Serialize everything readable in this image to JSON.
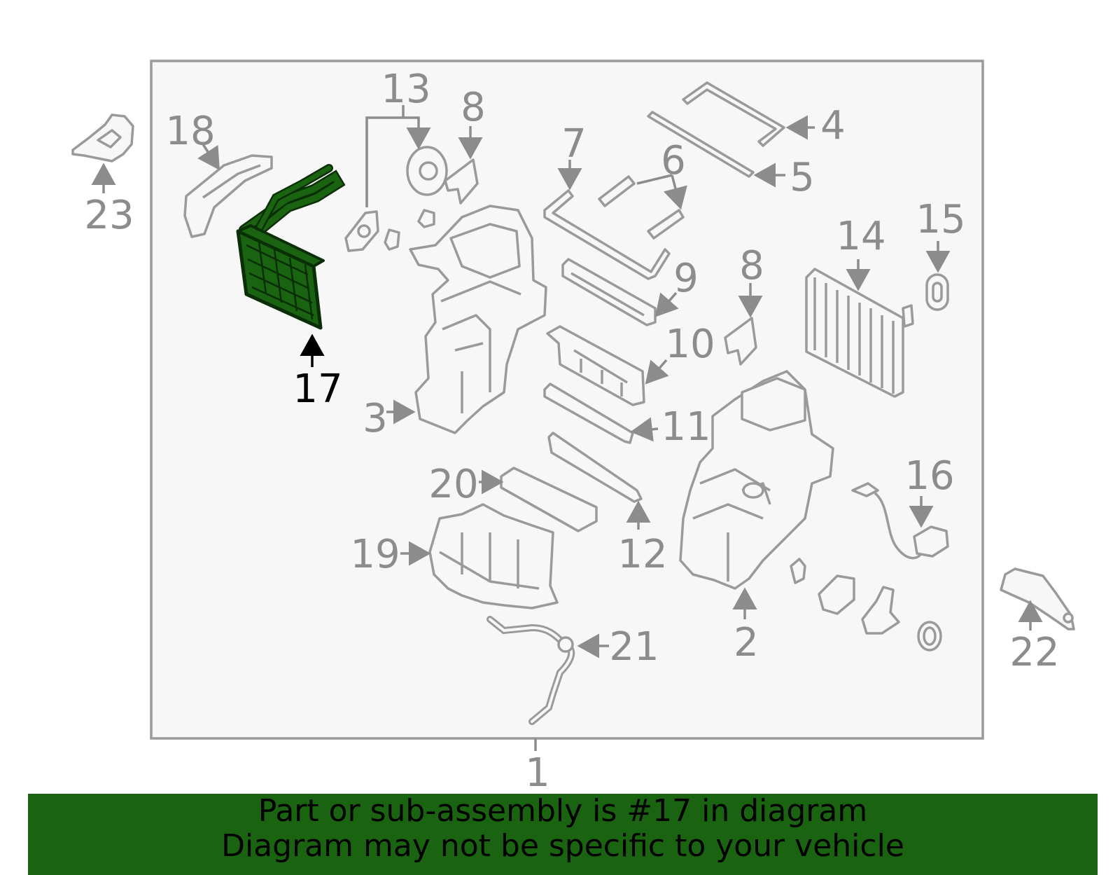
{
  "colors": {
    "highlight": "#1a6310",
    "outline": "#9a9a9a",
    "panel": "#f7f7f7",
    "highlight_label": "#000000"
  },
  "highlighted_part": "17",
  "callouts": {
    "c1": "1",
    "c2": "2",
    "c3": "3",
    "c4": "4",
    "c5": "5",
    "c6": "6",
    "c7": "7",
    "c8a": "8",
    "c8b": "8",
    "c9": "9",
    "c10": "10",
    "c11": "11",
    "c12": "12",
    "c13": "13",
    "c14": "14",
    "c15": "15",
    "c16": "16",
    "c17": "17",
    "c18": "18",
    "c19": "19",
    "c20": "20",
    "c21": "21",
    "c22": "22",
    "c23": "23"
  },
  "banner": {
    "line1": "Part or sub-assembly is #17 in diagram",
    "line2": "Diagram may not be specific to your vehicle"
  }
}
